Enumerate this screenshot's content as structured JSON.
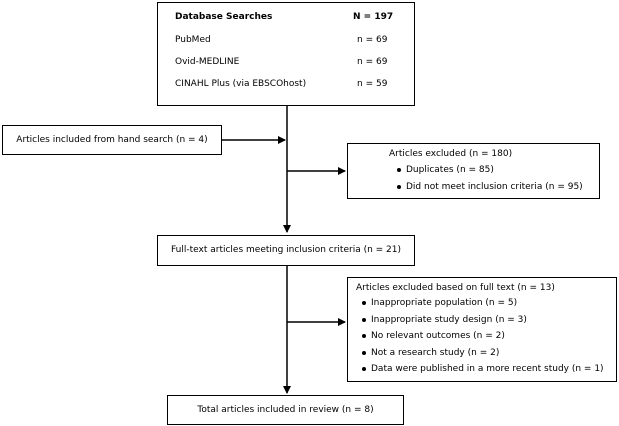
{
  "database_searches": {
    "title": "Database Searches",
    "total": "N = 197",
    "sources": [
      {
        "name": "PubMed",
        "count": "n = 69"
      },
      {
        "name": "Ovid-MEDLINE",
        "count": "n = 69"
      },
      {
        "name": "CINAHL Plus (via EBSCOhost)",
        "count": "n = 59"
      }
    ]
  },
  "hand_search": {
    "label": "Articles included from hand search (n = 4)"
  },
  "excluded_initial": {
    "title": "Articles excluded (n = 180)",
    "items": [
      "Duplicates (n = 85)",
      "Did not meet inclusion criteria (n = 95)"
    ]
  },
  "full_text": {
    "label": "Full-text articles meeting inclusion criteria (n = 21)"
  },
  "excluded_full_text": {
    "title": "Articles excluded based on full text (n = 13)",
    "items": [
      "Inappropriate population (n = 5)",
      "Inappropriate study design (n = 3)",
      "No relevant outcomes (n = 2)",
      "Not a research study (n = 2)",
      "Data were published in a more recent study (n = 1)"
    ]
  },
  "total_included": {
    "label": "Total articles included in review (n = 8)"
  }
}
